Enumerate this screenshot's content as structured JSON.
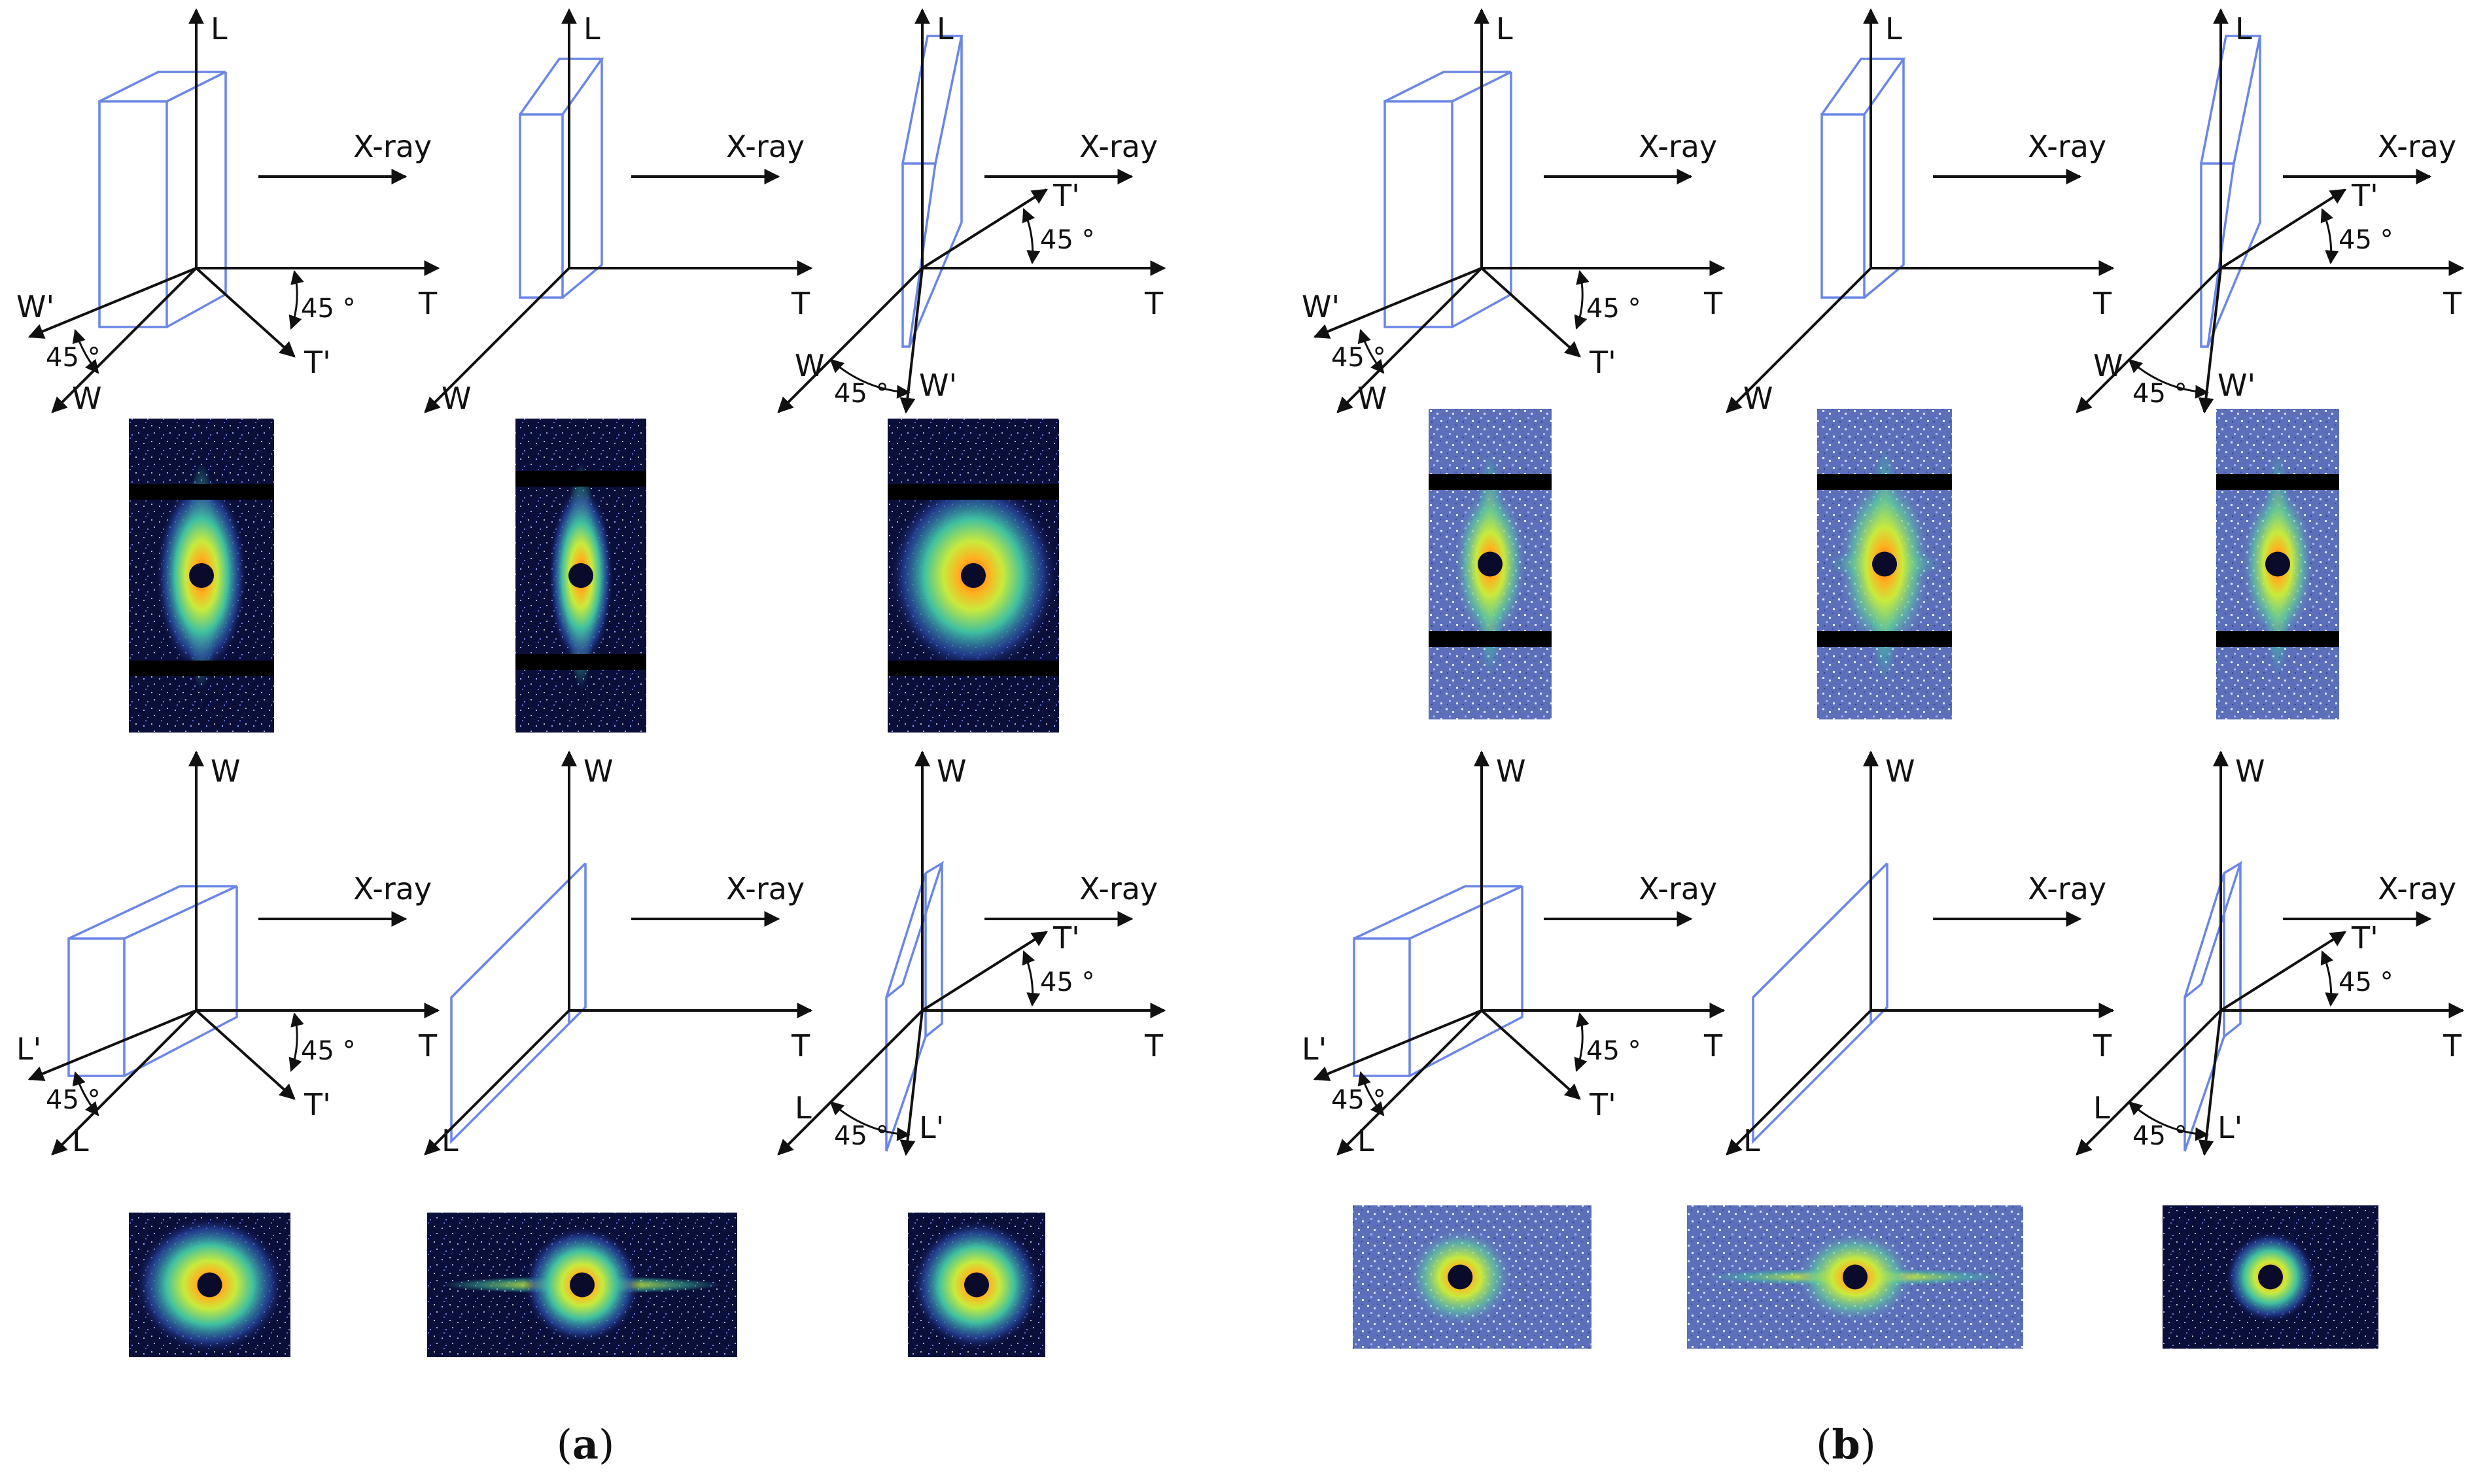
{
  "figure": {
    "panels": [
      {
        "caption_open": "(",
        "caption_letter": "a",
        "caption_close": ")",
        "rows": [
          {
            "cells": [
              {
                "up": "L",
                "right": "T",
                "left": "W'",
                "left2": "W",
                "diag": "T'",
                "beam": "X-ray",
                "angle_right": "45 °",
                "angle_left": "45 °"
              },
              {
                "up": "L",
                "right": "T",
                "left": "W",
                "beam": "X-ray"
              },
              {
                "up": "L",
                "right": "T",
                "left": "W",
                "left2": "W'",
                "diag": "T'",
                "beam": "X-ray",
                "angle_right": "45 °",
                "angle_left": "45 °"
              }
            ]
          },
          {
            "cells": [
              {
                "up": "W",
                "right": "T",
                "left": "L'",
                "left2": "L",
                "diag": "T'",
                "beam": "X-ray",
                "angle_right": "45 °",
                "angle_left": "45 °"
              },
              {
                "up": "W",
                "right": "T",
                "left": "L",
                "beam": "X-ray"
              },
              {
                "up": "W",
                "right": "T",
                "left": "L",
                "left2": "L'",
                "diag": "T'",
                "beam": "X-ray",
                "angle_right": "45 °",
                "angle_left": "45 °"
              }
            ]
          }
        ]
      },
      {
        "caption_open": "(",
        "caption_letter": "b",
        "caption_close": ")",
        "rows": [
          {
            "cells": [
              {
                "up": "L",
                "right": "T",
                "left": "W'",
                "left2": "W",
                "diag": "T'",
                "beam": "X-ray",
                "angle_right": "45 °",
                "angle_left": "45 °"
              },
              {
                "up": "L",
                "right": "T",
                "left": "W",
                "beam": "X-ray"
              },
              {
                "up": "L",
                "right": "T",
                "left": "W",
                "left2": "W'",
                "diag": "T'",
                "beam": "X-ray",
                "angle_right": "45 °",
                "angle_left": "45 °"
              }
            ]
          },
          {
            "cells": [
              {
                "up": "W",
                "right": "T",
                "left": "L'",
                "left2": "L",
                "diag": "T'",
                "beam": "X-ray",
                "angle_right": "45 °",
                "angle_left": "45 °"
              },
              {
                "up": "W",
                "right": "T",
                "left": "L",
                "beam": "X-ray"
              },
              {
                "up": "W",
                "right": "T",
                "left": "L",
                "left2": "L'",
                "diag": "T'",
                "beam": "X-ray",
                "angle_right": "45 °",
                "angle_left": "45 °"
              }
            ]
          }
        ]
      }
    ],
    "colors": {
      "sample_outline": "#6a86e6",
      "axis": "#111111",
      "pattern_background": "#0a0f3a",
      "pattern_light_background": "#6b7fc8",
      "beam_stop": "#000000",
      "scatter_outer": "#32b4a8",
      "scatter_mid": "#b8e640",
      "scatter_core": "#ff8a1e"
    }
  }
}
